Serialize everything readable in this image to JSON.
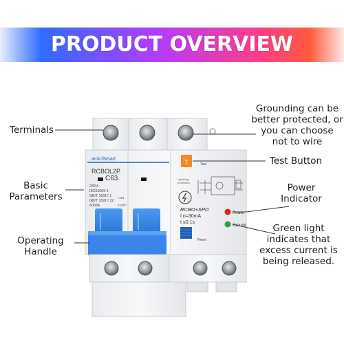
{
  "banner": {
    "title": "PRODUCT OVERVIEW",
    "gradient": [
      "#2f6cff",
      "#b23cff",
      "#ff3d8b",
      "#ff5a3c"
    ]
  },
  "callouts": {
    "terminals": "Terminals",
    "basic_parameters": [
      "Basic",
      "Parameters"
    ],
    "operating_handle": [
      "Operating",
      "Handle"
    ],
    "grounding": [
      "Grounding can be",
      "better protected, or",
      "you can choose",
      "not to wire"
    ],
    "test_button": "Test Button",
    "power_indicator": [
      "Power",
      "Indicator"
    ],
    "green_light": [
      "Green light",
      "indicates that",
      "excess current is",
      "being released."
    ]
  },
  "device": {
    "brand": "amiciSmart",
    "model": "RCBOL2P",
    "rating": "C63",
    "voltage": "230V~",
    "std1": "IEC61009-1",
    "std2": "GB/T 16917.1",
    "std3": "GB/T 16917.22",
    "breaking": "6000A",
    "on_label": "I ON",
    "off_label": "0 OFF",
    "lightning": [
      "Lightning",
      "protection"
    ],
    "test_label": "Test",
    "test_letter": "T",
    "rcbo": "RCBO+SPD",
    "in_value": "I  n=30mA",
    "t_value": "t  ≤0.1s",
    "power_label": "Power",
    "ground_label": "Ground",
    "reset_label": "Reset",
    "colors": {
      "handle_blue": "#2f7fe0",
      "accent_blue": "#1f5fb8",
      "test_orange": "#f08a2a",
      "power_red": "#d8251e",
      "ground_green": "#2aa14a"
    }
  }
}
